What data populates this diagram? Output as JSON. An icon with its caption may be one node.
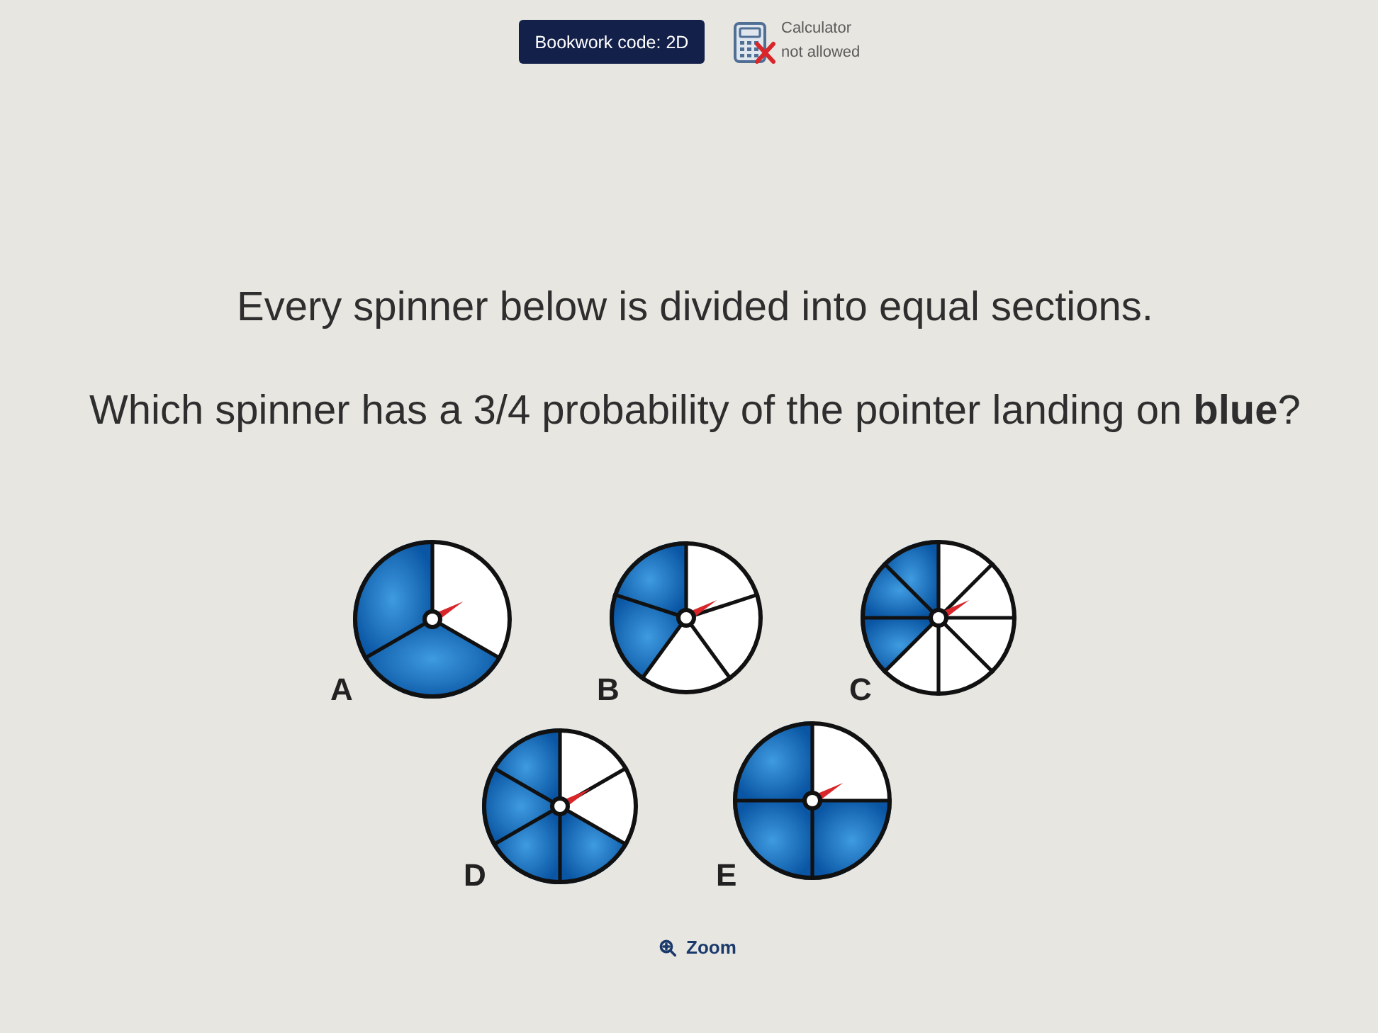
{
  "diagram": {
    "nodes": [
      {
        "text": [],
        "shape": "picture",
        "beside": [
          "A"
        ]
      },
      {
        "text": [],
        "shape": "picture",
        "beside": [
          "B"
        ]
      },
      {
        "text": [],
        "shape": "picture",
        "beside": [
          "C"
        ]
      },
      {
        "text": [],
        "shape": "picture",
        "beside": [
          "D"
        ]
      },
      {
        "text": [],
        "shape": "picture",
        "beside": [
          "E"
        ]
      }
    ],
    "labels": [
      "Bookwork code: 2D",
      "Calculator not allowed",
      "Every spinner below is divided into equal sections.",
      "Which spinner has a 3/4 probability of the pointer landing on **blue**?",
      "Zoom"
    ]
  }
}
